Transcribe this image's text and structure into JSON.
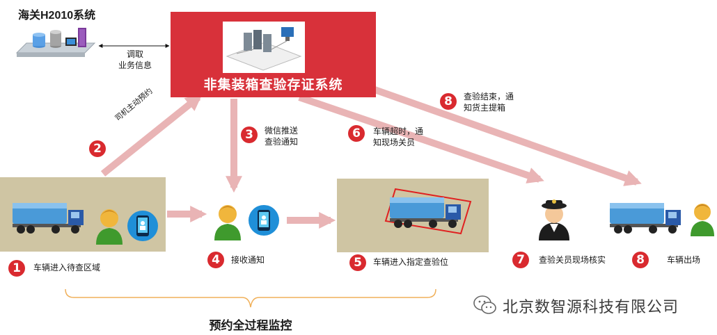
{
  "header": {
    "system_title": "海关H2010系统"
  },
  "center_system": {
    "title": "非集装箱查验存证系统"
  },
  "edges": {
    "retrieve": {
      "line1": "调取",
      "line2": "业务信息"
    },
    "step2": {
      "num": "2",
      "label": "司机主动预约"
    },
    "step3": {
      "num": "3",
      "line1": "微信推送",
      "line2": "查验通知"
    },
    "step6": {
      "num": "6",
      "line1": "车辆超时，通",
      "line2": "知现场关员"
    },
    "step8": {
      "num": "8",
      "line1": "查验结束，通",
      "line2": "知货主提箱"
    }
  },
  "steps": [
    {
      "num": "1",
      "label": "车辆进入待查区域"
    },
    {
      "num": "4",
      "label": "接收通知"
    },
    {
      "num": "5",
      "label": "车辆进入指定查验位"
    },
    {
      "num": "7",
      "label": "查验关员现场核实"
    },
    {
      "num": "8",
      "label": "车辆出场"
    }
  ],
  "footer": {
    "monitor_title": "预约全过程监控",
    "company": "北京数智源科技有限公司"
  },
  "icons": [
    "server-rack-icon",
    "server-network-icon",
    "truck-icon",
    "driver-icon",
    "smartphone-icon",
    "customs-officer-icon",
    "wechat-icon"
  ],
  "colors": {
    "primary_red": "#d8313a",
    "step_red": "#d92a2f",
    "arrow_pink": "#e9b4b5",
    "zone_khaki": "#cfc5a3",
    "bracket_orange": "#f0b05a"
  }
}
